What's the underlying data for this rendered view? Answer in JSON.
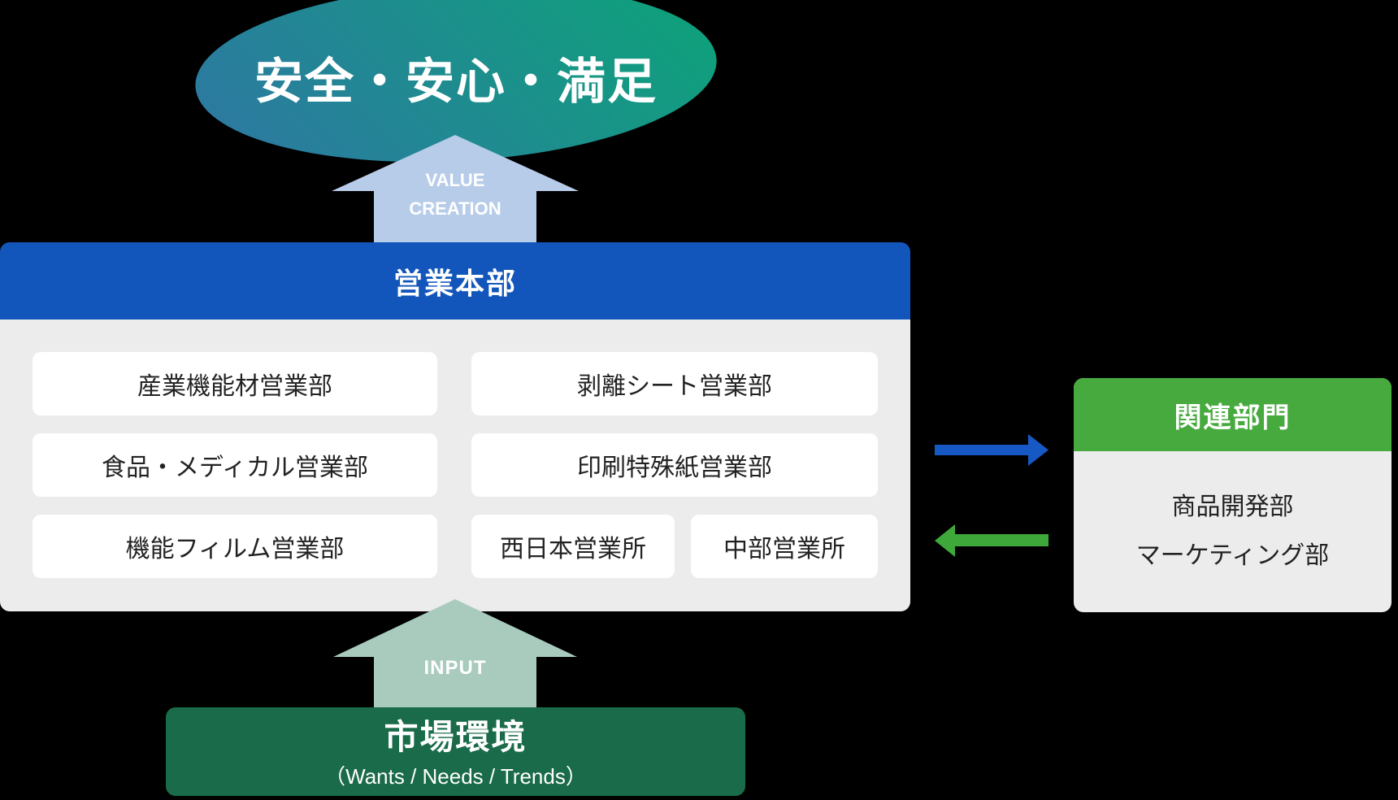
{
  "goal": {
    "label": "安全・安心・満足"
  },
  "value_arrow": {
    "line1": "VALUE",
    "line2": "CREATION"
  },
  "sales_hq": {
    "title": "営業本部",
    "departments": [
      {
        "label": "産業機能材営業部"
      },
      {
        "label": "剥離シート営業部"
      },
      {
        "label": "食品・メディカル営業部"
      },
      {
        "label": "印刷特殊紙営業部"
      },
      {
        "label": "機能フィルム営業部"
      },
      {
        "label": "西日本営業所"
      },
      {
        "label": "中部営業所"
      }
    ]
  },
  "related_panel": {
    "title": "関連部門",
    "departments": [
      {
        "label": "商品開発部"
      },
      {
        "label": "マーケティング部"
      }
    ]
  },
  "input_arrow": {
    "label": "INPUT"
  },
  "market_box": {
    "title": "市場環境",
    "subtitle": "（Wants / Needs / Trends）"
  },
  "colors": {
    "bg": "#000000",
    "hq-blue": "#1356bb",
    "arrow-blue": "#1659c4",
    "panel-green": "#47aa3e",
    "arrow-green": "#3fa83a",
    "market-green": "#1a6b4a",
    "value-arrow-blue": "#b7cce9",
    "input-arrow-green": "#a8cbbd",
    "panel-gray": "#ececec",
    "box-white": "#ffffff",
    "text-dark": "#222222",
    "text-white": "#ffffff",
    "ellipse-grad-start": "#2f76a4",
    "ellipse-grad-end": "#0ca478"
  }
}
